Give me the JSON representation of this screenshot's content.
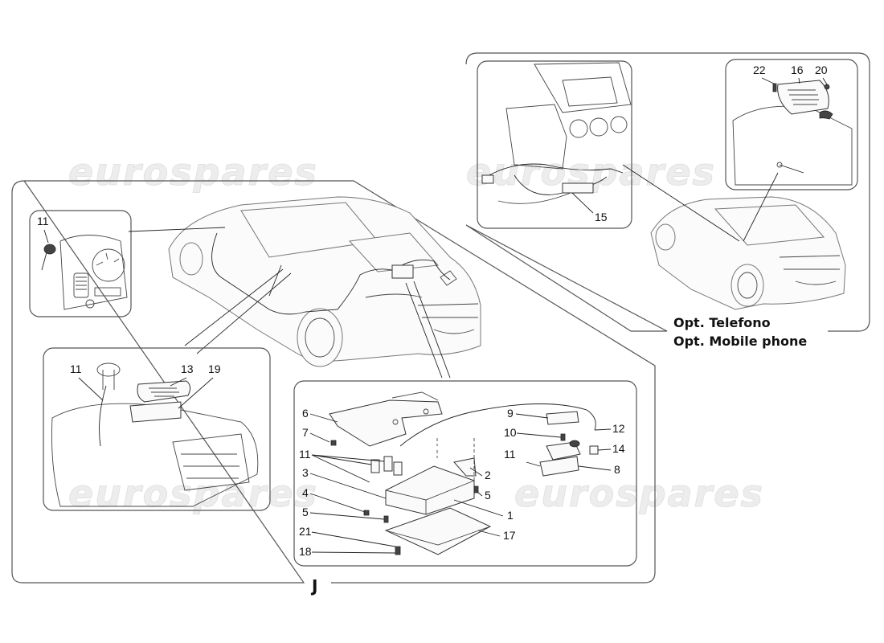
{
  "watermark": "eurospares",
  "group_letter": "J",
  "phone_option": {
    "caption_it": "Opt. Telefono",
    "caption_en": "Opt. Mobile phone"
  },
  "callouts": {
    "c11_top": "11",
    "c11_console": "11",
    "c13": "13",
    "c19": "19",
    "c6": "6",
    "c7": "7",
    "c11_mid": "11",
    "c3": "3",
    "c4": "4",
    "c5_left": "5",
    "c21": "21",
    "c18": "18",
    "c9": "9",
    "c10": "10",
    "c12": "12",
    "c14": "14",
    "c11_right": "11",
    "c8": "8",
    "c2": "2",
    "c5_right": "5",
    "c1": "1",
    "c17": "17",
    "c15": "15",
    "c22": "22",
    "c16": "16",
    "c20": "20"
  }
}
